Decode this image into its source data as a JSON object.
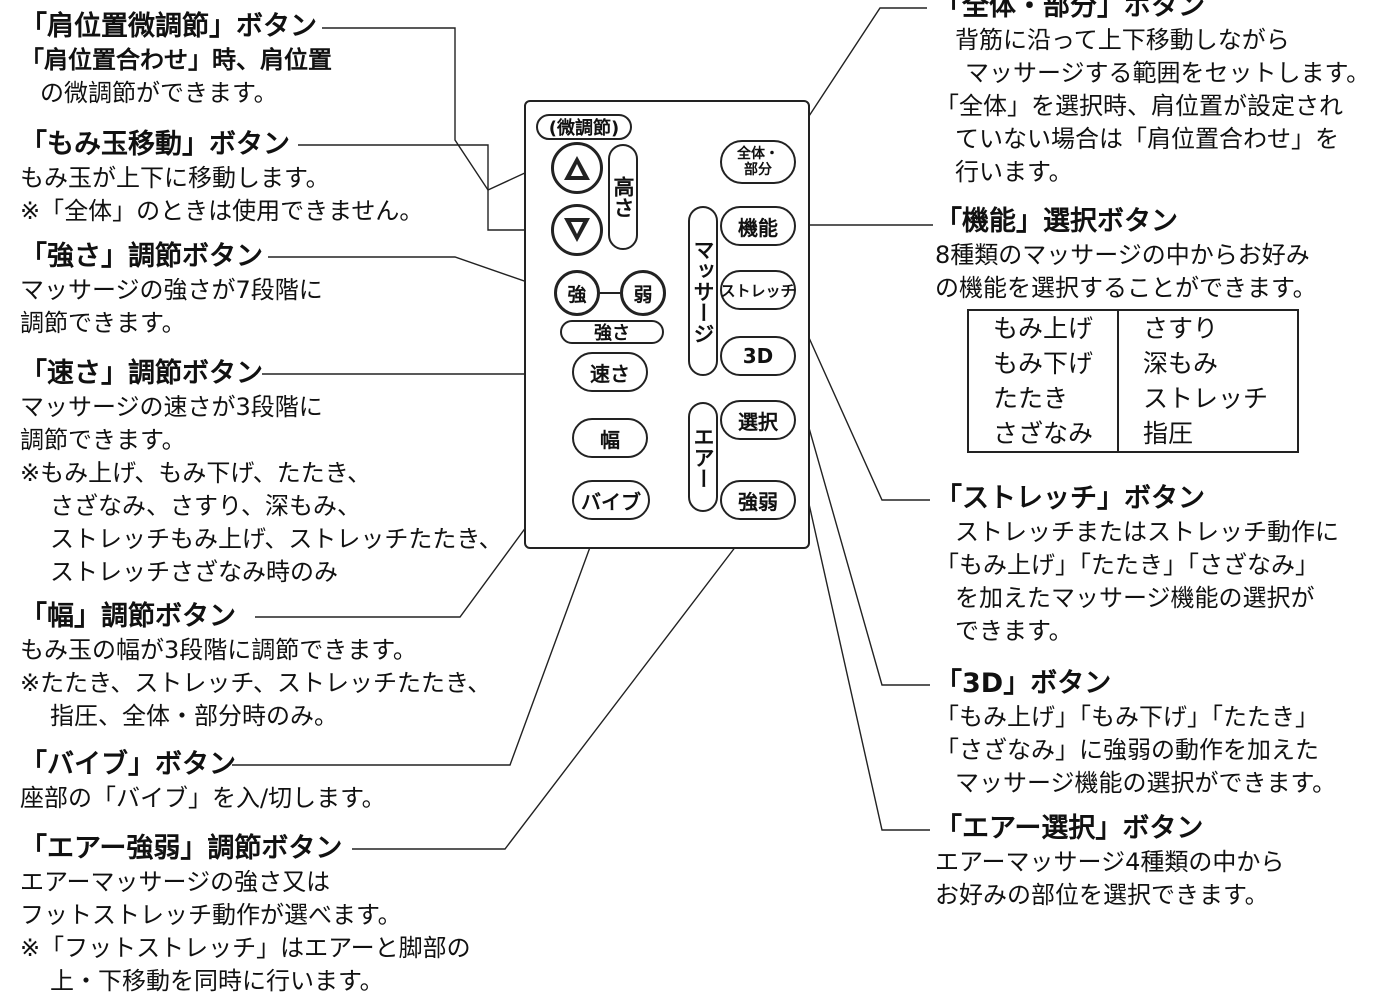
{
  "left_items": [
    {
      "title": "「肩位置微調節」ボタン",
      "lines": [
        "「肩位置合わせ」時、肩位置",
        "の微調節ができます。"
      ]
    },
    {
      "title": "「もみ玉移動」ボタン",
      "lines": [
        "もみ玉が上下に移動します。",
        "※「全体」のときは使用できません。"
      ]
    },
    {
      "title": "「強さ」調節ボタン",
      "lines": [
        "マッサージの強さが7段階に",
        "調節できます。"
      ]
    },
    {
      "title": "「速さ」調節ボタン",
      "lines": [
        "マッサージの速さが3段階に",
        "調節できます。",
        "※もみ上げ、もみ下げ、たたき、",
        "さざなみ、さすり、深もみ、",
        "ストレッチもみ上げ、ストレッチたたき、",
        "ストレッチさざなみ時のみ"
      ]
    },
    {
      "title": "「幅」調節ボタン",
      "lines": [
        "もみ玉の幅が3段階に調節できます。",
        "※たたき、ストレッチ、ストレッチたたき、",
        "指圧、全体・部分時のみ。"
      ]
    },
    {
      "title": "「バイブ」ボタン",
      "lines": [
        "座部の「バイブ」を入/切します。"
      ]
    },
    {
      "title": "「エアー強弱」調節ボタン",
      "lines": [
        "エアーマッサージの強さ又は",
        "フットストレッチ動作が選べます。",
        "※「フットストレッチ」はエアーと脚部の",
        "上・下移動を同時に行います。"
      ]
    }
  ],
  "right_items": [
    {
      "title": "「全体・部分」ボタン",
      "lines": [
        "背筋に沿って上下移動しながら",
        "マッサージする範囲をセットします。",
        "「全体」を選択時、肩位置が設定され",
        "ていない場合は「肩位置合わせ」を",
        "行います。"
      ]
    },
    {
      "title": "「機能」選択ボタン",
      "lines": [
        "8種類のマッサージの中からお好み",
        "の機能を選択することができます。"
      ]
    },
    {
      "title": "「ストレッチ」ボタン",
      "lines": [
        "ストレッチまたはストレッチ動作に",
        "「もみ上げ」「たたき」「さざなみ」",
        "を加えたマッサージ機能の選択が",
        "できます。"
      ]
    },
    {
      "title": "「3D」ボタン",
      "lines": [
        "「もみ上げ」「もみ下げ」「たたき」",
        "「さざなみ」に強弱の動作を加えた",
        "マッサージ機能の選択ができます。"
      ]
    },
    {
      "title": "「エアー選択」ボタン",
      "lines": [
        "エアーマッサージ4種類の中から",
        "お好みの部位を選択できます。"
      ]
    }
  ],
  "functions_table": [
    [
      "もみ上げ",
      "さすり"
    ],
    [
      "もみ下げ",
      "深もみ"
    ],
    [
      "たたき",
      "ストレッチ"
    ],
    [
      "さざなみ",
      "指圧"
    ]
  ],
  "panel": {
    "fine_adjust_label": "(微調節)",
    "height_label": "高さ",
    "strength_btn": "強",
    "weak_btn": "弱",
    "strength_label": "強さ",
    "speed_btn": "速さ",
    "width_btn": "幅",
    "vibe_btn": "バイブ",
    "whole_part_btn_line1": "全体・",
    "whole_part_btn_line2": "部分",
    "massage_label": "マッサージ",
    "function_btn": "機能",
    "stretch_btn": "ストレッチ",
    "threed_btn": "3D",
    "air_label": "エアー",
    "select_btn": "選択",
    "air_strength_btn": "強弱"
  }
}
